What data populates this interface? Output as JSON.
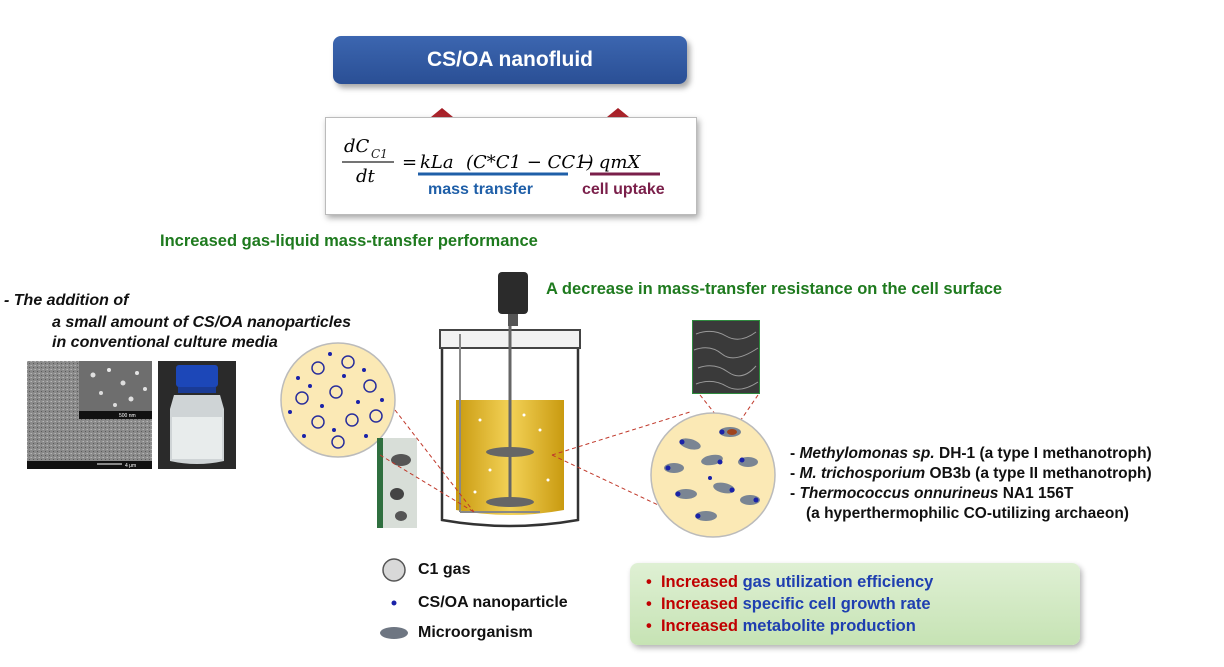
{
  "title": "CS/OA nanofluid",
  "equation": {
    "lhs_num": "dC",
    "lhs_num_sub": "C1",
    "lhs_den": "dt",
    "eq_sign": "=",
    "term1": "kLa",
    "term2": "(C*C1 − CC1)",
    "term3": "− qmX",
    "mass_transfer_label": "mass transfer",
    "cell_uptake_label": "cell uptake"
  },
  "increased_performance": "Increased gas-liquid mass-transfer performance",
  "decrease_resistance": "A decrease in mass-transfer resistance on the cell surface",
  "addition_text": {
    "line1": "- The addition of",
    "line2": "a small amount of CS/OA nanoparticles",
    "line3": "in conventional culture media"
  },
  "sem_scale": {
    "inset": "500 nm",
    "main": "4 μm"
  },
  "organisms": [
    {
      "italic": "Methylomonas sp.",
      "rest": " DH-1 (a type I methanotroph)"
    },
    {
      "italic": "M. trichosporium",
      "rest": " OB3b (a type II methanotroph)"
    },
    {
      "italic": "Thermococcus onnurineus",
      "rest": " NA1 156T"
    },
    {
      "italic": "",
      "rest": "(a hyperthermophilic CO-utilizing archaeon)"
    }
  ],
  "legend": {
    "c1_gas": "C1 gas",
    "nanoparticle": "CS/OA nanoparticle",
    "microorganism": "Microorganism"
  },
  "results": [
    {
      "prefix": "Increased",
      "suffix": "gas utilization efficiency"
    },
    {
      "prefix": "Increased",
      "suffix": "specific cell growth rate"
    },
    {
      "prefix": "Increased",
      "suffix": "metabolite production"
    }
  ],
  "colors": {
    "title_bg": "#2f57a0",
    "green_text": "#1e7a1e",
    "mass_transfer": "#1f5fa8",
    "cell_uptake": "#7a1f4a",
    "arrow": "#b3262d",
    "medium": "#e8c53a",
    "results_bg": "#d6ebca"
  }
}
